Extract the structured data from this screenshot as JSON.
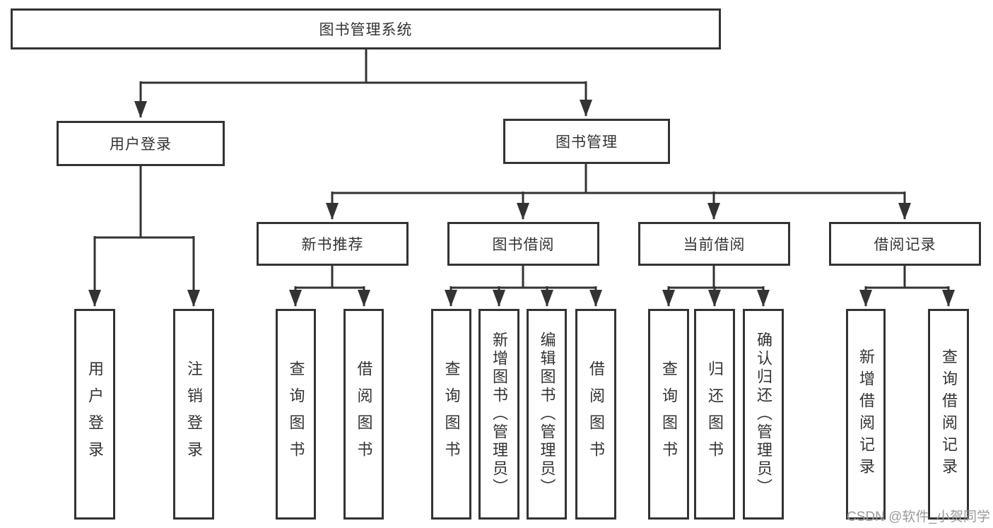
{
  "diagram": {
    "title": "图书管理系统",
    "type": "function-structure-tree"
  },
  "nodes": {
    "root": {
      "label": "图书管理系统"
    },
    "level2": [
      {
        "label": "用户登录"
      },
      {
        "label": "图书管理"
      }
    ],
    "level3": [
      {
        "label": "新书推荐"
      },
      {
        "label": "图书借阅"
      },
      {
        "label": "当前借阅"
      },
      {
        "label": "借阅记录"
      }
    ],
    "leaves": {
      "user_login": [
        {
          "label": "用户登录"
        },
        {
          "label": "注销登录"
        }
      ],
      "new_book_recommend": [
        {
          "label": "查询图书"
        },
        {
          "label": "借阅图书"
        }
      ],
      "book_borrow": [
        {
          "label": "查询图书"
        },
        {
          "label": "新增图书（管理员）"
        },
        {
          "label": "编辑图书（管理员）"
        },
        {
          "label": "借阅图书"
        }
      ],
      "current_borrow": [
        {
          "label": "查询图书"
        },
        {
          "label": "归还图书"
        },
        {
          "label": "确认归还（管理员）"
        }
      ],
      "borrow_records": [
        {
          "label": "新增借阅记录"
        },
        {
          "label": "查询借阅记录"
        }
      ]
    }
  },
  "watermark": {
    "text": "CSDN @软件_小贺同学"
  },
  "colors": {
    "line": "#333333",
    "box_border": "#333333",
    "text": "#333333",
    "background": "#ffffff",
    "watermark": "#9a9a9a"
  }
}
